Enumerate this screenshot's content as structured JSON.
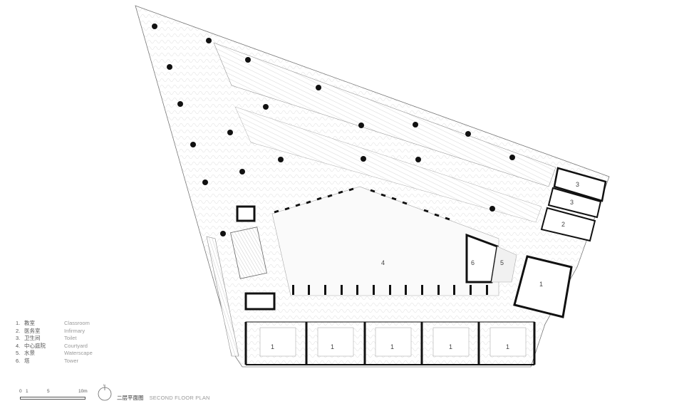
{
  "legend": [
    {
      "num": "1.",
      "cn": "教室",
      "en": "Classroom"
    },
    {
      "num": "2.",
      "cn": "医务室",
      "en": "Infirmary"
    },
    {
      "num": "3.",
      "cn": "卫生间",
      "en": "Toilet"
    },
    {
      "num": "4.",
      "cn": "中心庭院",
      "en": "Courtyard"
    },
    {
      "num": "5.",
      "cn": "水景",
      "en": "Waterscape"
    },
    {
      "num": "6.",
      "cn": "塔",
      "en": "Tower"
    }
  ],
  "scale": {
    "zero": "0",
    "one": "1",
    "five": "5",
    "ten": "10m"
  },
  "north": {
    "letter": "N"
  },
  "title": {
    "cn": "二层平面图",
    "en": "SECOND FLOOR PLAN"
  },
  "room_labels": {
    "classroom": "1",
    "infirmary": "2",
    "toilet": "3",
    "courtyard": "4",
    "waterscape": "5",
    "tower": "6"
  }
}
